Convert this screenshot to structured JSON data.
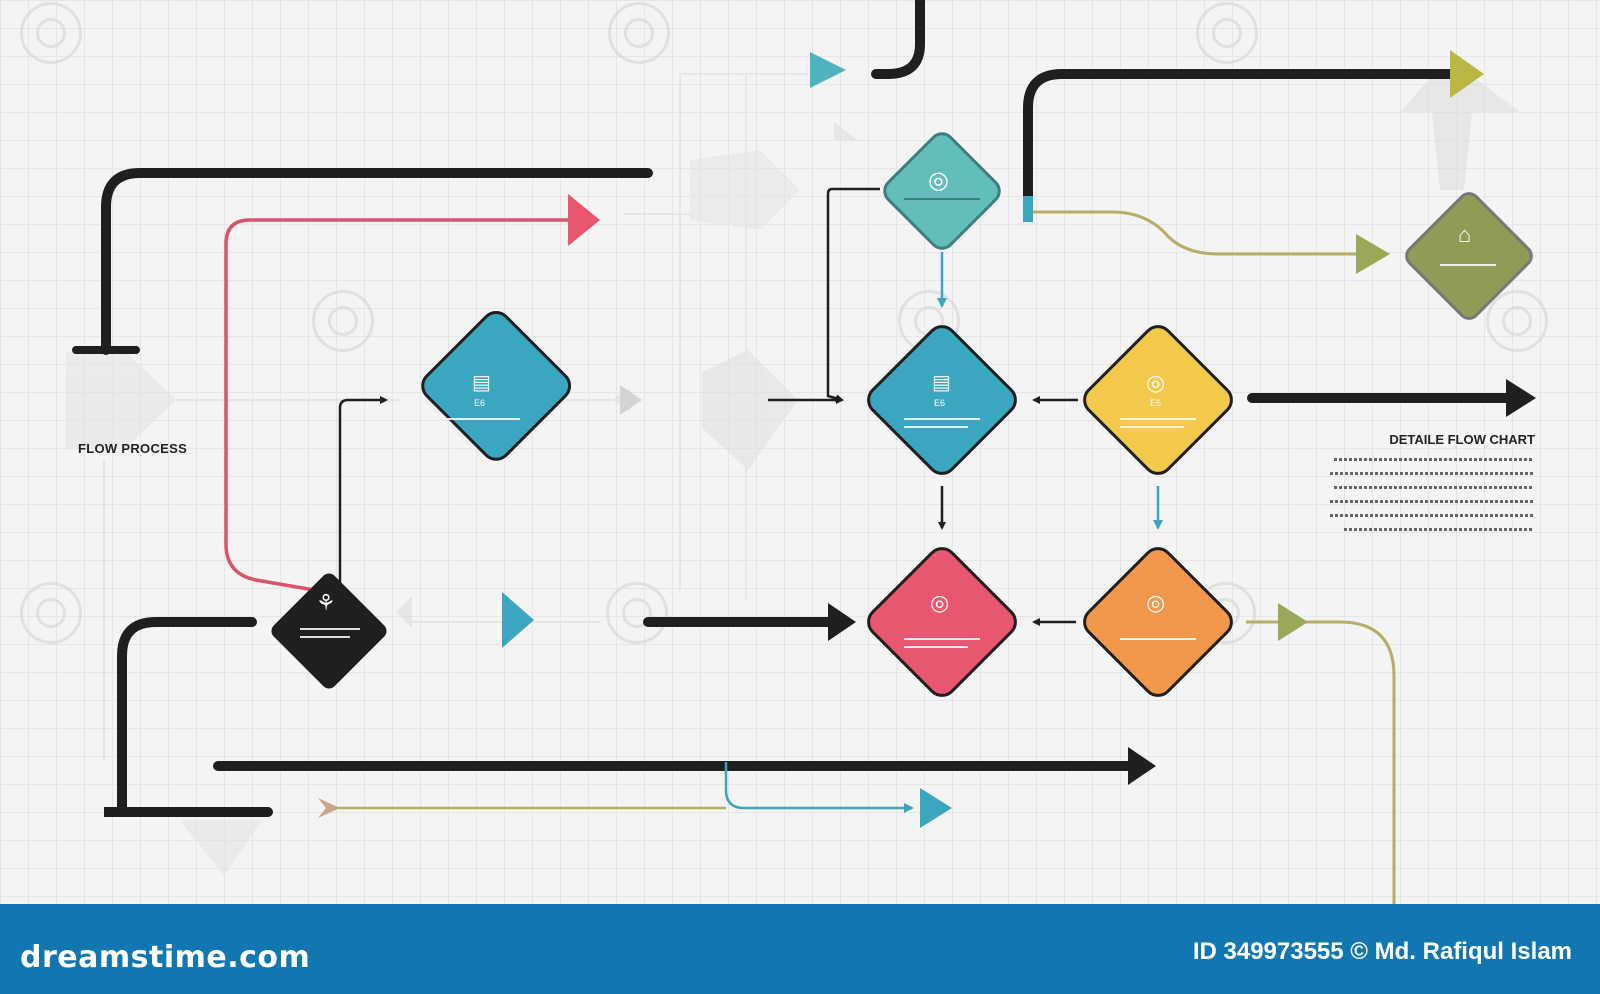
{
  "diagram": {
    "left_label": "FLOW PROCESS",
    "right_title": "DETAILE FLOW CHART",
    "node_glyphs": {
      "teal_left": "▤",
      "teal_left_sub": "E6",
      "teal_top": "◎",
      "teal_center": "▤",
      "teal_center_sub": "E6",
      "yellow": "◎",
      "yellow_sub": "E6",
      "red": "◎",
      "orange": "◎",
      "black": "⚘",
      "olive": "⌂"
    },
    "colors": {
      "teal_top": "#63bdb8",
      "teal": "#3aa6bf",
      "yellow": "#f2c94a",
      "red": "#e8566f",
      "orange": "#f1984a",
      "olive": "#8f9c58",
      "black": "#1f1f1f",
      "pink_line": "#d9546b",
      "tan_line": "#b8ac66"
    }
  },
  "footer": {
    "brand": "dreamstime.com",
    "credit": "ID 349973555 © Md. Rafiqul Islam"
  }
}
